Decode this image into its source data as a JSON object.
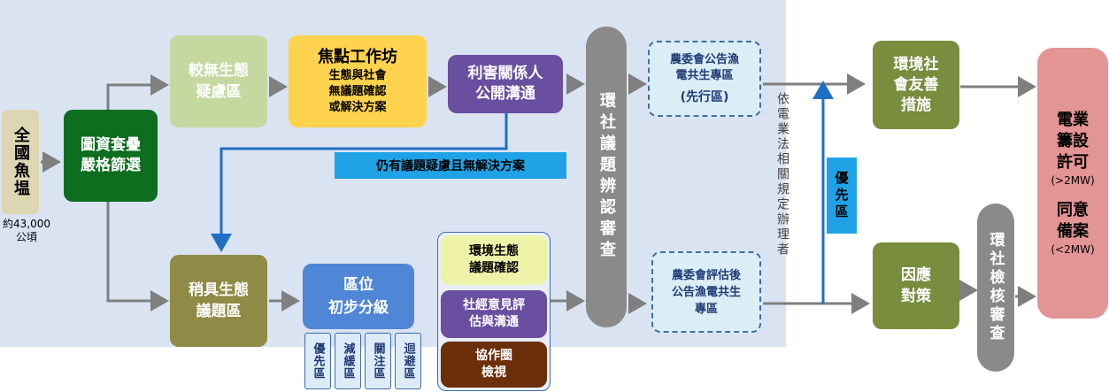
{
  "fishpond": {
    "label": "全國魚塭",
    "area_line1": "約43,000",
    "area_line2": "公頃"
  },
  "screening": {
    "line1": "圖資套疊",
    "line2": "嚴格篩選"
  },
  "low_concern": {
    "line1": "較無生態",
    "line2": "疑慮區"
  },
  "focus_workshop": {
    "title": "焦點工作坊",
    "line1": "生態與社會",
    "line2": "無議題確認",
    "line3": "或解決方案"
  },
  "stakeholder": {
    "line1": "利害關係人",
    "line2": "公開溝通"
  },
  "review_center": {
    "label": "環社議題辨認審查"
  },
  "coa_announce": {
    "line1": "農委會公告漁",
    "line2": "電共生專區",
    "line3": "(先行區)"
  },
  "unresolved_banner": {
    "label": "仍有議題疑慮且無解決方案"
  },
  "law_note": {
    "label": "依電業法相關規定辦理者"
  },
  "priority_zone": {
    "label": "優先區"
  },
  "env_measures": {
    "line1": "環境社",
    "line2": "會友善",
    "line3": "措施"
  },
  "some_concern": {
    "line1": "稍具生態",
    "line2": "議題區"
  },
  "grading": {
    "line1": "區位",
    "line2": "初步分級"
  },
  "grade_tags": [
    "優先區",
    "減緩區",
    "關注區",
    "迴避區"
  ],
  "eco_confirm": {
    "line1": "環境生態",
    "line2": "議題確認"
  },
  "socio_eval": {
    "line1": "社經意見評",
    "line2": "估與溝通"
  },
  "collab_review": {
    "line1": "協作圈",
    "line2": "檢視"
  },
  "coa_eval": {
    "line1": "農委會評估後",
    "line2": "公告漁電共生",
    "line3": "專區"
  },
  "response": {
    "line1": "因應",
    "line2": "對策"
  },
  "env_check": {
    "label": "環社檢核審查"
  },
  "permit": {
    "line1": "電業",
    "line2": "籌設",
    "line3": "許可",
    "sub1": "(>2MW)",
    "line4": "同意",
    "line5": "備案",
    "sub2": "(<2MW)"
  },
  "colors": {
    "panel": "#dae3f2",
    "green_dark": "#0e6e1f",
    "green_light": "#c4d8a0",
    "olive": "#7a8c3e",
    "purple": "#6a4ea0",
    "yellow": "#ffd34d",
    "blue": "#4f86d6",
    "banner": "#1fa3e6",
    "grey": "#8a8a8a",
    "pink": "#e39494",
    "brown": "#6b2f0c"
  }
}
